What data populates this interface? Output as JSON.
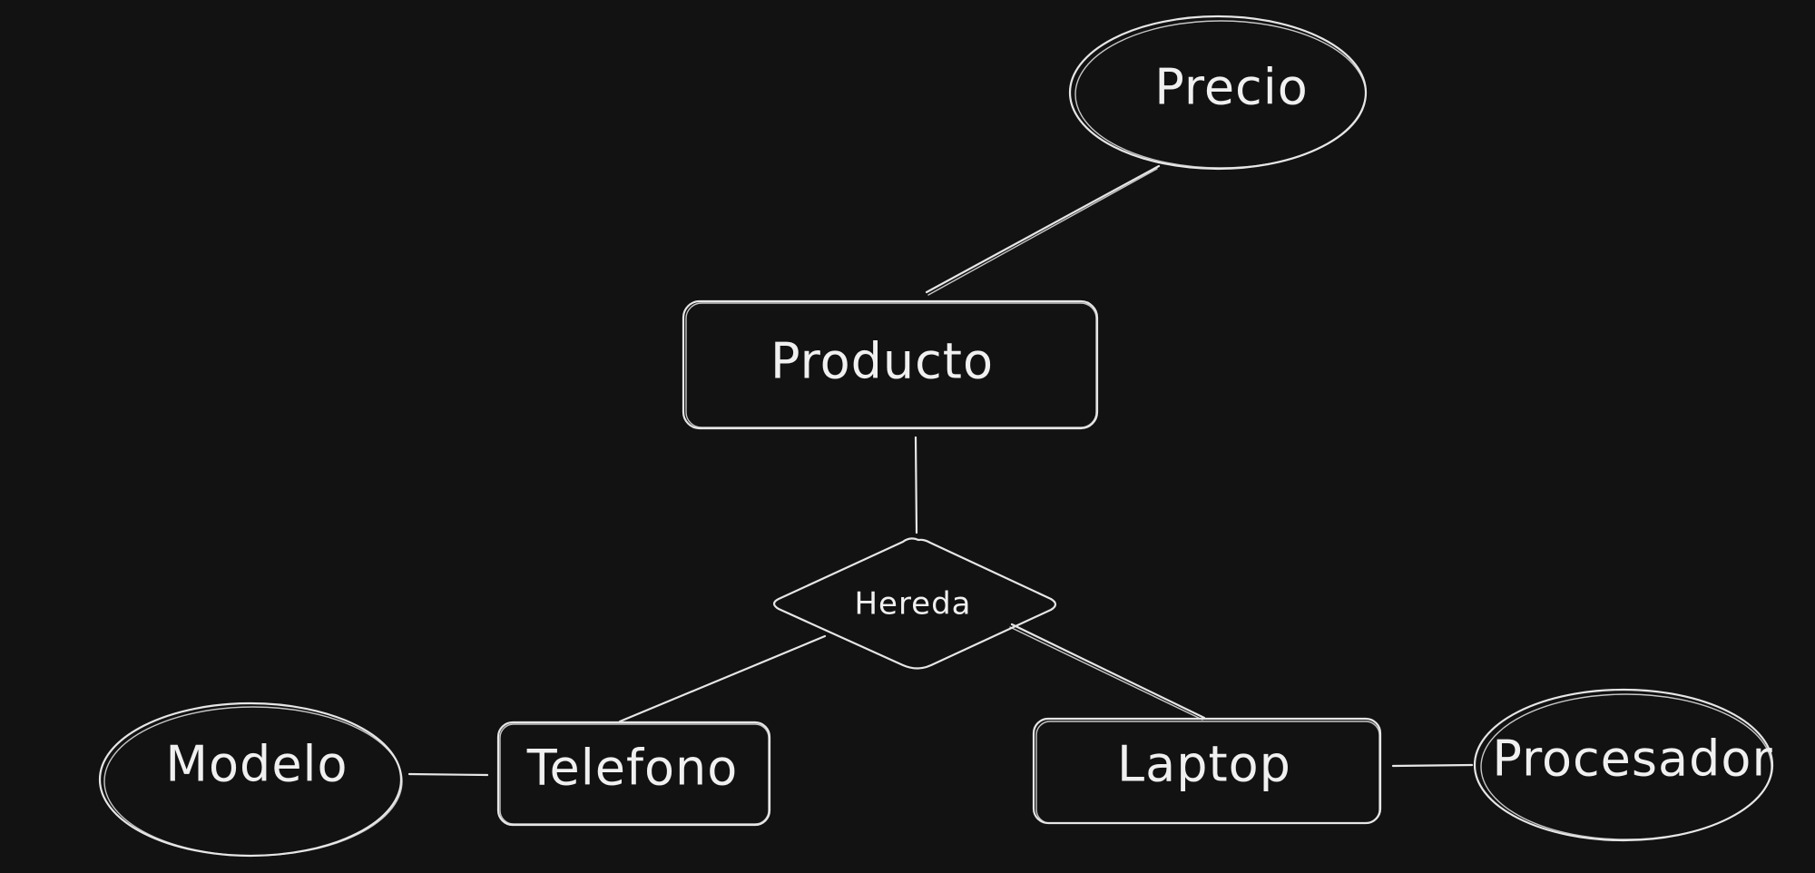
{
  "diagram": {
    "entities": {
      "producto": "Producto",
      "telefono": "Telefono",
      "laptop": "Laptop"
    },
    "relationship": {
      "hereda": "Hereda"
    },
    "attributes": {
      "precio": "Precio",
      "modelo": "Modelo",
      "procesador": "Procesador"
    },
    "colors": {
      "background": "#121212",
      "stroke": "#e6e6e6",
      "text": "#f0f0f0"
    }
  }
}
